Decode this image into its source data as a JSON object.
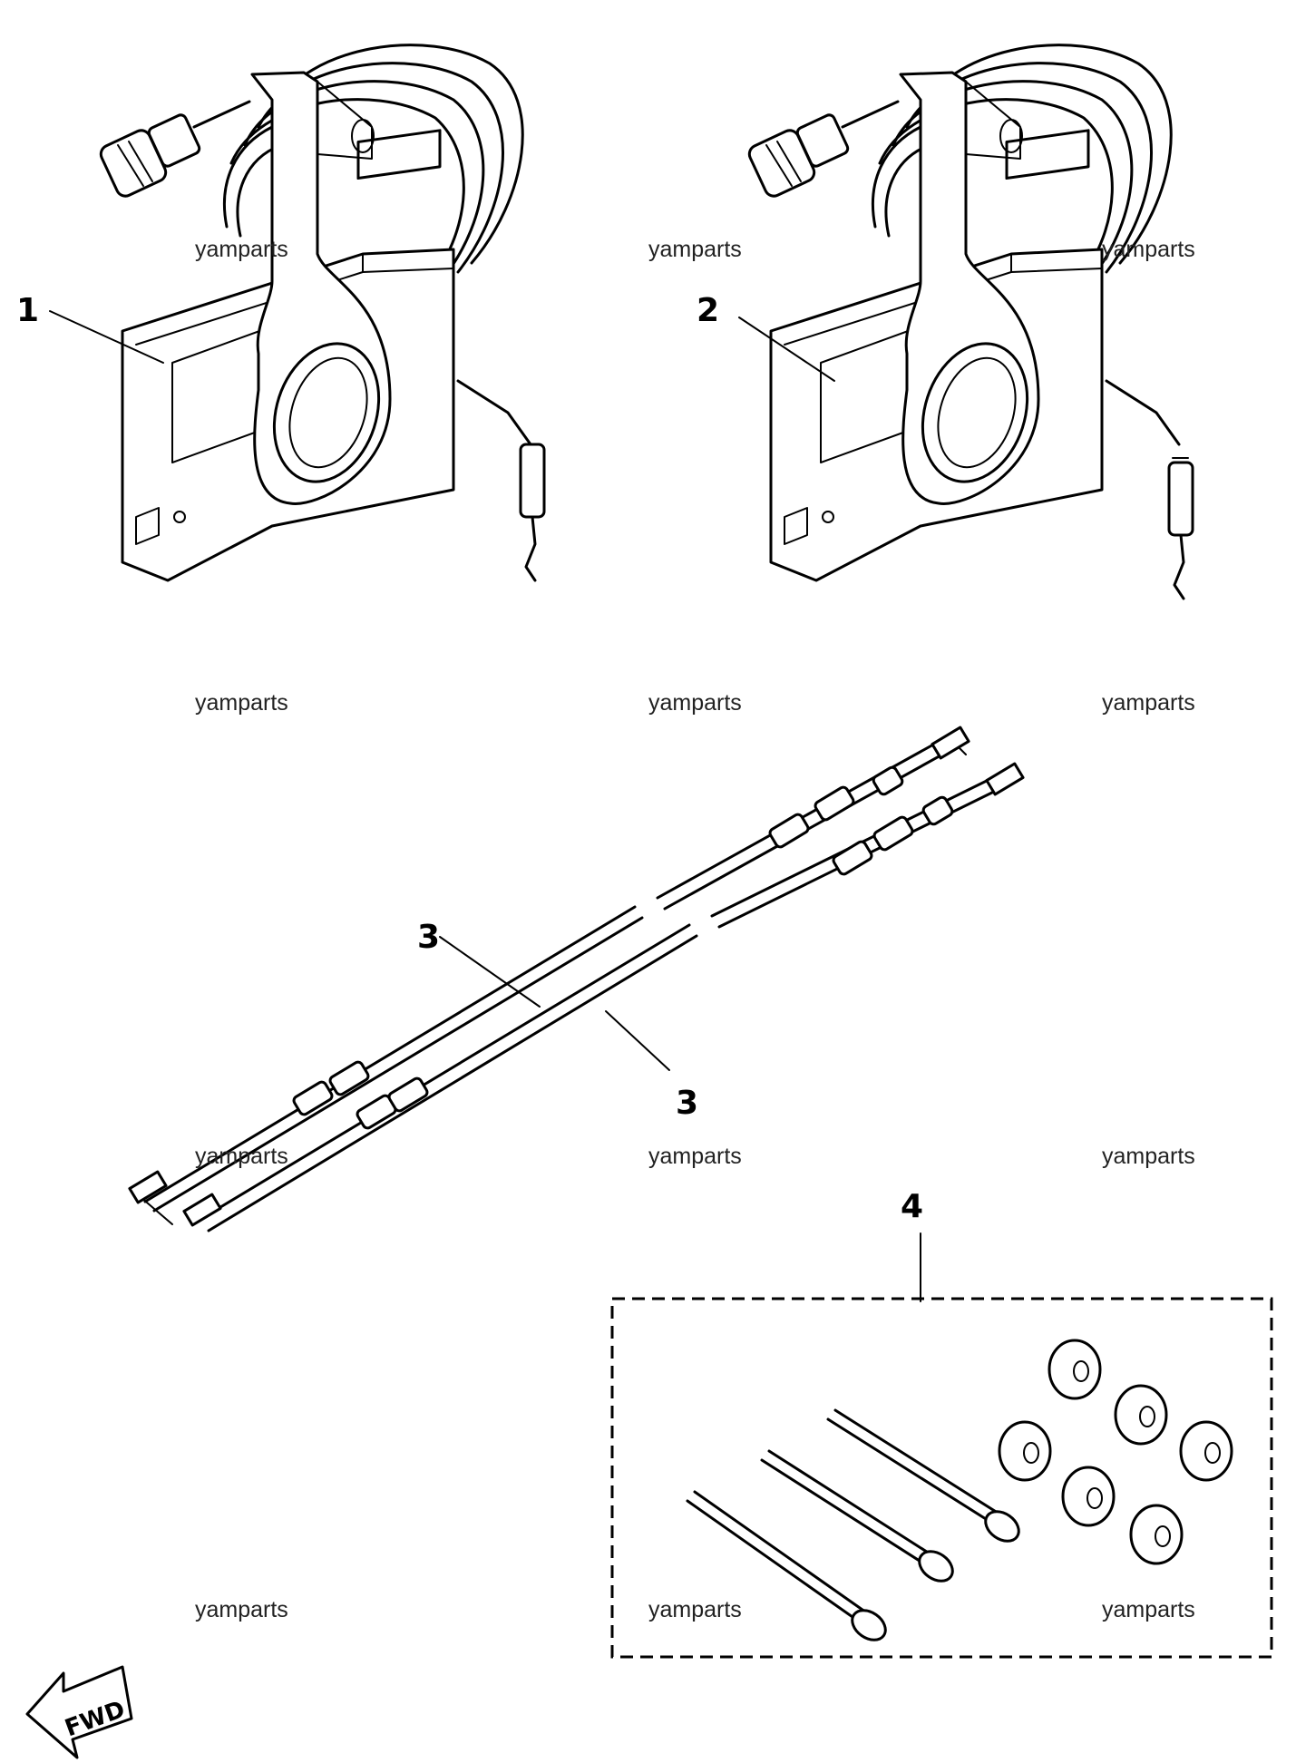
{
  "callouts": {
    "item1": "1",
    "item2": "2",
    "item3a": "3",
    "item3b": "3",
    "item4": "4"
  },
  "watermark": "yamparts",
  "direction_label": "FWD"
}
